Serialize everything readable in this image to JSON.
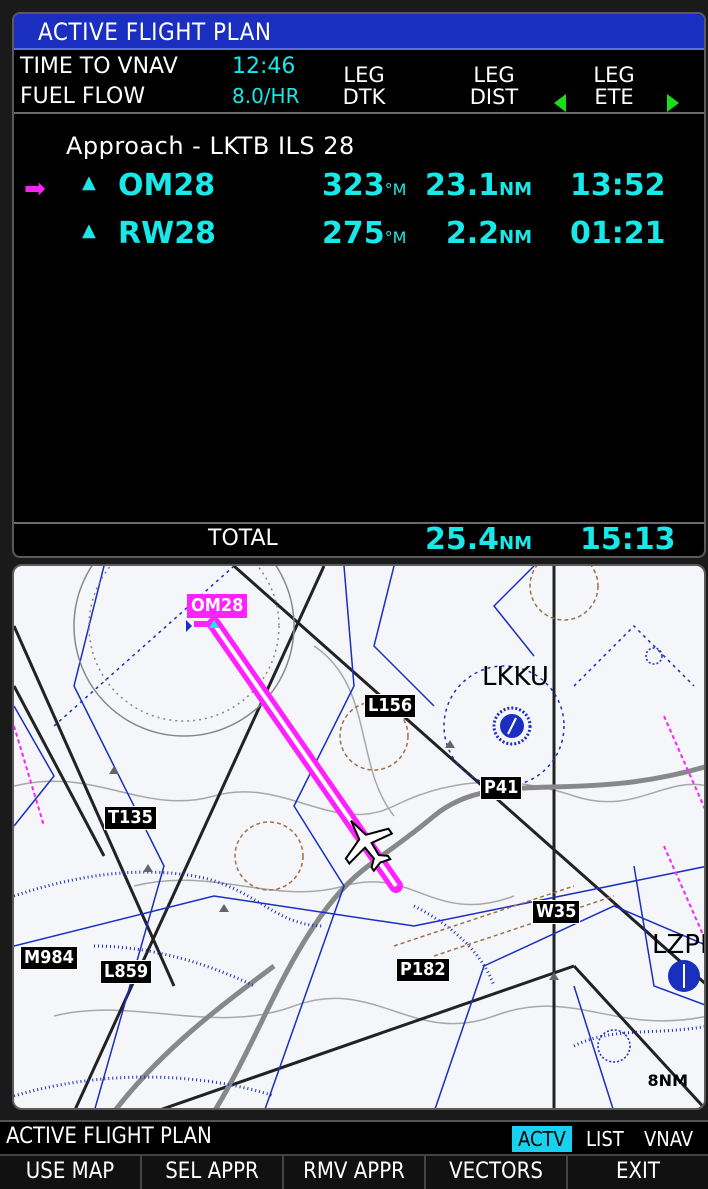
{
  "flight_plan": {
    "title": "ACTIVE FLIGHT PLAN",
    "time_to_vnav_label": "TIME TO VNAV",
    "time_to_vnav_value": "12:46",
    "fuel_flow_label": "FUEL FLOW",
    "fuel_flow_value": "8.0/HR",
    "col_dtk_line1": "LEG",
    "col_dtk_line2": "DTK",
    "col_dist_line1": "LEG",
    "col_dist_line2": "DIST",
    "col_ete_line1": "LEG",
    "col_ete_line2": "ETE",
    "approach": "Approach - LKTB ILS 28",
    "rows": [
      {
        "waypoint": "OM28",
        "dtk": "323",
        "dtk_unit": "°M",
        "dist": "23.1",
        "dist_unit": "NM",
        "ete": "13:52",
        "active": true
      },
      {
        "waypoint": "RW28",
        "dtk": "275",
        "dtk_unit": "°M",
        "dist": "2.2",
        "dist_unit": "NM",
        "ete": "01:21",
        "active": false
      }
    ],
    "total_label": "TOTAL",
    "total_dist": "25.4",
    "total_dist_unit": "NM",
    "total_ete": "15:13"
  },
  "map": {
    "waypoint_label": "OM28",
    "airport1": "LKKU",
    "airport2": "LZPP",
    "labels": {
      "l156": "L156",
      "p41": "P41",
      "t135": "T135",
      "w35": "W35",
      "m984": "M984",
      "l859": "L859",
      "p182": "P182"
    },
    "scale": "8NM"
  },
  "status_bar": {
    "title": "ACTIVE FLIGHT PLAN",
    "tabs": [
      {
        "label": "ACTV",
        "active": true
      },
      {
        "label": "LIST",
        "active": false
      },
      {
        "label": "VNAV",
        "active": false
      }
    ]
  },
  "softkeys": [
    "USE MAP",
    "SEL APPR",
    "RMV APPR",
    "VECTORS",
    "EXIT"
  ],
  "colors": {
    "cyan": "#18e8e8",
    "magenta": "#ff22ff",
    "title_blue": "#1a2ec0",
    "green": "#18e018"
  }
}
